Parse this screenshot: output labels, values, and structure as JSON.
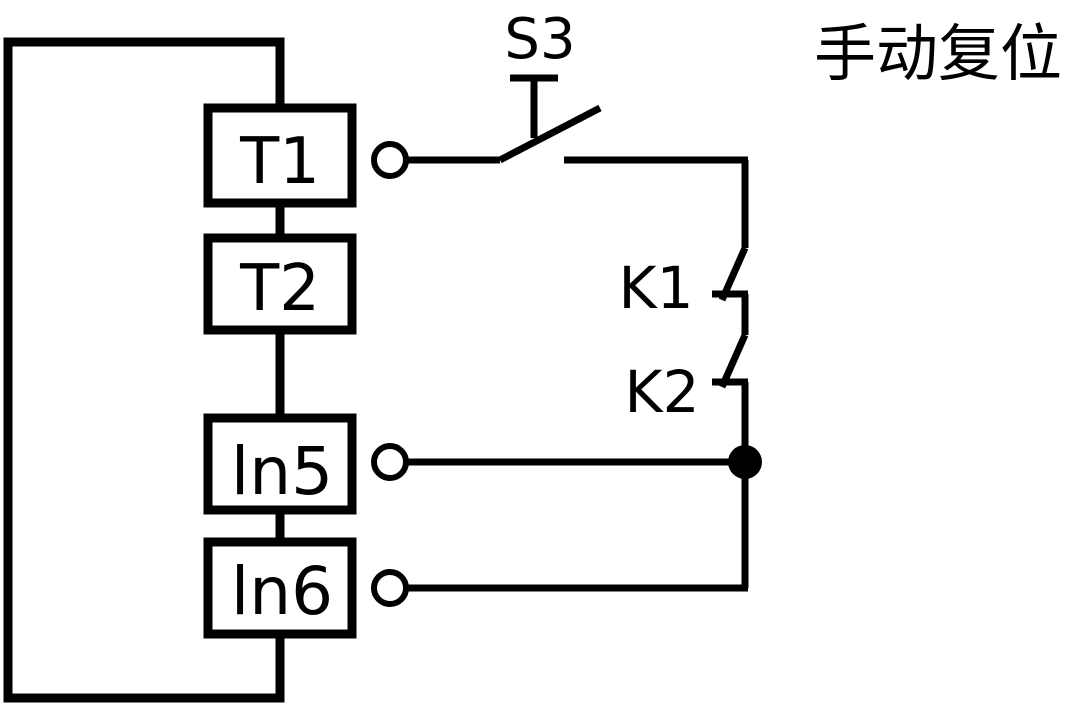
{
  "title": "手动复位",
  "terminals": {
    "t1": "T1",
    "t2": "T2",
    "in5": "ln5",
    "in6": "ln6"
  },
  "switches": {
    "s3": "S3",
    "k1": "K1",
    "k2": "K2"
  },
  "colors": {
    "line": "#000000",
    "background": "#ffffff"
  }
}
